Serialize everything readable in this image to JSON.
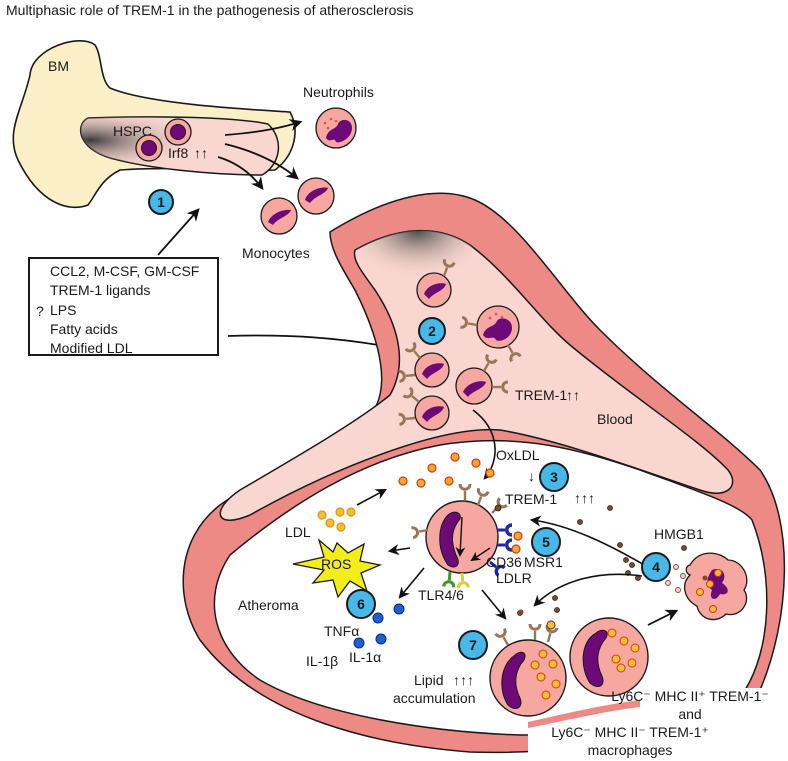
{
  "title": "Multiphasic role of TREM-1 in the pathogenesis of atherosclerosis",
  "colors": {
    "bone_marrow": "#fbefc8",
    "vessel_wall": "#ee8a86",
    "blood": "#f9d6cf",
    "cell": "#f5a7a0",
    "nucleus": "#6e0a78",
    "badge": "#47b8e8",
    "ldl": "#f6c02f",
    "oxldl": "#f7a82b",
    "cytokine": "#1f5fd1",
    "ros": "#f3ee1a",
    "trem1_receptor": "#b08a6a",
    "scavenger_receptor": "#1d2aa8",
    "tlr4": "#3f9a25",
    "tlr6": "#e3c93d",
    "hmgb1": "#7a4a2a"
  },
  "labels": {
    "bm": "BM",
    "hspc": "HSPC",
    "irf8": "Irf8",
    "irf8_arrows": "↑↑",
    "neutrophils": "Neutrophils",
    "monocytes": "Monocytes",
    "trem1_blood": "TREM-1",
    "trem1_blood_arrows": "↑↑",
    "blood": "Blood",
    "oxldl": "OxLDL",
    "oxldl_arrow": "↓",
    "trem1_plaque": "TREM-1",
    "trem1_plaque_arrows": "↑↑↑",
    "hmgb1": "HMGB1",
    "ldl": "LDL",
    "ros": "ROS",
    "cd36": "CD36",
    "msr1": "MSR1",
    "ldlr": "LDLR",
    "tlr46": "TLR4/6",
    "atheroma": "Atheroma",
    "tnfa": "TNFα",
    "il1b": "IL-1β",
    "il1a": "IL-1α",
    "lipid": "Lipid",
    "lipid_arrows": "↑↑↑",
    "accumulation": "accumulation",
    "macrophage_line1": "Ly6C⁻ MHC II⁺ TREM-1⁻",
    "macrophage_line2": "and",
    "macrophage_line3": "Ly6C⁻ MHC II⁻ TREM-1⁺",
    "macrophage_line4": "macrophages"
  },
  "factors_box": {
    "items": [
      {
        "prefix": "",
        "text": "CCL2, M-CSF, GM-CSF"
      },
      {
        "prefix": "",
        "text": "TREM-1 ligands"
      },
      {
        "prefix": "?",
        "text": "LPS"
      },
      {
        "prefix": "",
        "text": "Fatty acids"
      },
      {
        "prefix": "",
        "text": "Modified LDL"
      }
    ]
  },
  "steps": [
    "1",
    "2",
    "3",
    "4",
    "5",
    "6",
    "7"
  ]
}
